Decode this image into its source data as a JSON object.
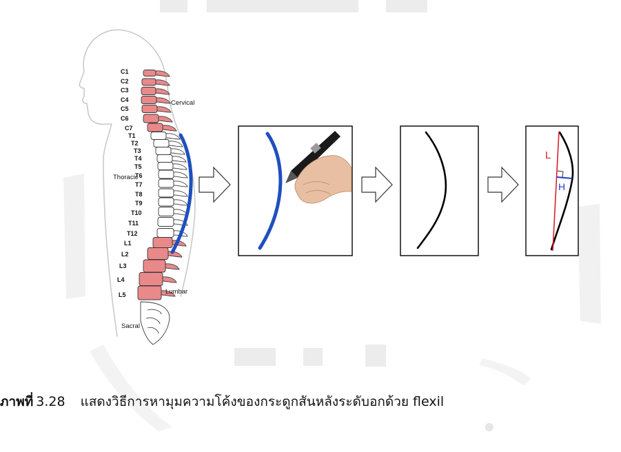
{
  "spine_labels": {
    "vertebrae": [
      "C1",
      "C2",
      "C3",
      "C4",
      "C5",
      "C6",
      "C7",
      "T1",
      "T2",
      "T3",
      "T4",
      "T5",
      "T6",
      "T7",
      "T8",
      "T9",
      "T10",
      "T11",
      "T12",
      "L1",
      "L2",
      "L3",
      "L4",
      "L5"
    ],
    "regions": {
      "cervical": "Cervical",
      "thoracic": "Thoracic",
      "lumbar": "Lumbar",
      "sacral": "Sacral"
    }
  },
  "measurement_labels": {
    "length": "L",
    "height": "H"
  },
  "caption": {
    "prefix": "ภาพที่",
    "number": "3.28",
    "text": "แสดงวิธีการหามุมความโค้งของกระดูกสันหลังระดับอกด้วย flexil"
  },
  "colors": {
    "bone_pink": "#e9898a",
    "bone_outline": "#3a3a3a",
    "curve_blue": "#1f4fbf",
    "line_red": "#d8202a",
    "height_blue": "#1f3fd0",
    "watermark": "#ebebeb"
  },
  "icons": [
    "arrow-right-icon",
    "pen-in-hand-icon"
  ]
}
